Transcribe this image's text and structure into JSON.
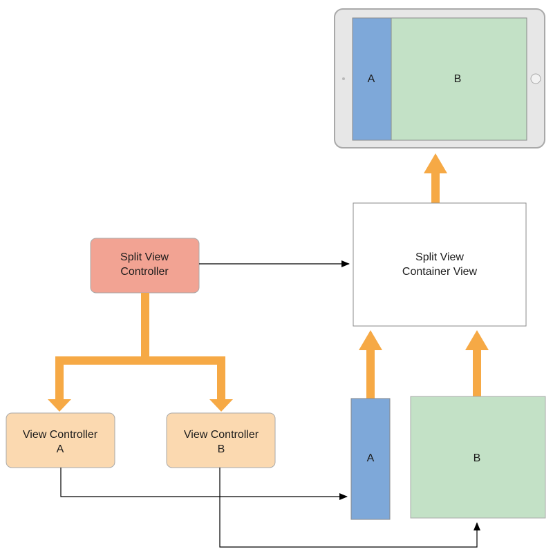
{
  "ipad": {
    "pane_a_label": "A",
    "pane_b_label": "B"
  },
  "container_view": {
    "line1": "Split View",
    "line2": "Container View"
  },
  "split_view_controller": {
    "line1": "Split View",
    "line2": "Controller"
  },
  "view_controller_a": {
    "line1": "View Controller",
    "line2": "A"
  },
  "view_controller_b": {
    "line1": "View Controller",
    "line2": "B"
  },
  "view_a": {
    "label": "A"
  },
  "view_b": {
    "label": "B"
  },
  "colors": {
    "orange_arrow": "#f6a945",
    "split_controller_fill": "#f2a393",
    "view_controller_fill": "#fbd9b0",
    "pane_a_fill": "#7ea8d9",
    "pane_b_fill": "#c3e1c6",
    "device_frame": "#e7e7e7",
    "line": "#000000"
  }
}
